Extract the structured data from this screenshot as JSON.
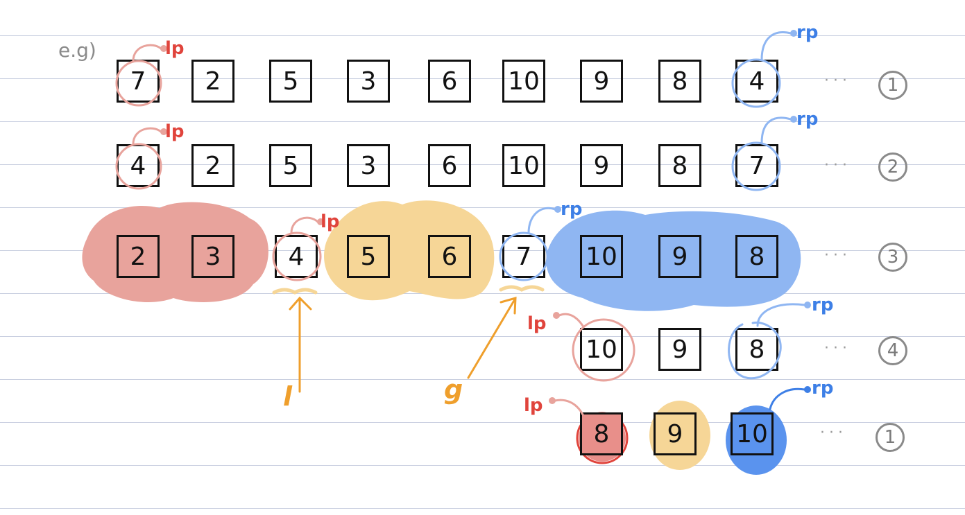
{
  "note": "e.g)",
  "rows": [
    {
      "id": "r1",
      "values": [
        "7",
        "2",
        "5",
        "3",
        "6",
        "10",
        "9",
        "8",
        "4"
      ],
      "step": "1"
    },
    {
      "id": "r2",
      "values": [
        "4",
        "2",
        "5",
        "3",
        "6",
        "10",
        "9",
        "8",
        "7"
      ],
      "step": "2"
    },
    {
      "id": "r3",
      "values": [
        "2",
        "3",
        "4",
        "5",
        "6",
        "7",
        "10",
        "9",
        "8"
      ],
      "step": "3"
    },
    {
      "id": "r4",
      "values": [
        "10",
        "9",
        "8"
      ],
      "step": "4"
    },
    {
      "id": "r5",
      "values": [
        "8",
        "9",
        "10"
      ],
      "step": "1"
    }
  ],
  "labels": {
    "lp": "lp",
    "rp": "rp",
    "l": "l",
    "g": "g",
    "dots": "···"
  },
  "colors": {
    "red": "#e0443c",
    "blue": "#3d7fe6",
    "orange": "#ef9f2c",
    "redFill": "#e8a39c",
    "blueFill": "#8fb6f2",
    "orangeFill": "#f6d697"
  }
}
